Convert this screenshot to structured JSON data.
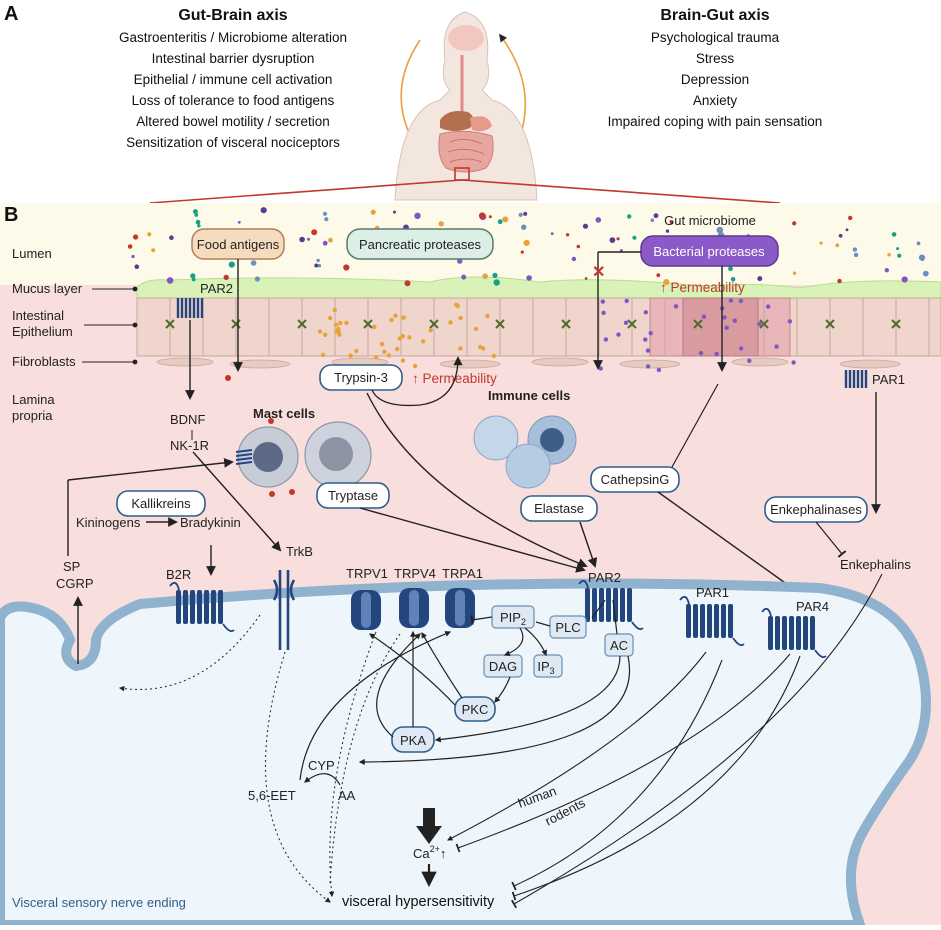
{
  "panel_a": {
    "letter": "A",
    "gut_brain": {
      "title": "Gut-Brain axis",
      "items": [
        "Gastroenteritis / Microbiome alteration",
        "Intestinal barrier dysruption",
        "Epithelial / immune cell activation",
        "Loss of tolerance to food antigens",
        "Altered bowel motility / secretion",
        "Sensitization of visceral nociceptors"
      ]
    },
    "brain_gut": {
      "title": "Brain-Gut axis",
      "items": [
        "Psychological trauma",
        "Stress",
        "Depression",
        "Anxiety",
        "Impaired coping with pain sensation"
      ]
    }
  },
  "panel_b": {
    "letter": "B",
    "layers": {
      "lumen": "Lumen",
      "mucus": "Mucus layer",
      "epithelium_1": "Intestinal",
      "epithelium_2": "Epithelium",
      "fibroblasts": "Fibroblasts",
      "lamina_1": "Lamina",
      "lamina_2": "propria"
    },
    "food_antigens": "Food antigens",
    "pancreatic_proteases": "Pancreatic proteases",
    "gut_microbiome": "Gut microbiome",
    "bacterial_proteases": "Bacterial proteases",
    "permeability_right": "↑ Permeability",
    "permeability_mid": "↑ Permeability",
    "par2_epithelial": "PAR2",
    "par1_epithelial": "PAR1",
    "trypsin3": "Trypsin-3",
    "bdnf": "BDNF",
    "nk1r": "NK-1R",
    "mast_cells": "Mast cells",
    "tryptase": "Tryptase",
    "immune_cells": "Immune cells",
    "cathepsin_g": "CathepsinG",
    "elastase": "Elastase",
    "enkephalinases": "Enkephalinases",
    "enkephalins": "Enkephalins",
    "kallikreins": "Kallikreins",
    "kininogens": "Kininogens",
    "bradykinin": "Bradykinin",
    "sp": "SP",
    "cgrp": "CGRP",
    "b2r": "B2R",
    "trkb": "TrkB",
    "trpv1": "TRPV1",
    "trpv4": "TRPV4",
    "trpa1": "TRPA1",
    "par2_nerve": "PAR2",
    "par1_nerve": "PAR1",
    "par4_nerve": "PAR4",
    "pip2": "PIP",
    "pip2_sub": "2",
    "plc": "PLC",
    "ac": "AC",
    "dag": "DAG",
    "ip3": "IP",
    "ip3_sub": "3",
    "pkc": "PKC",
    "pka": "PKA",
    "cyp": "CYP",
    "eet": "5,6-EET",
    "aa": "AA",
    "human": "human",
    "rodents": "rodents",
    "ca": "Ca",
    "ca_sup": "2+",
    "ca_arrow": "↑",
    "visceral_hypersensitivity": "visceral hypersensitivity",
    "nerve_ending": "Visceral sensory nerve ending"
  },
  "colors": {
    "lumen_bg": "#fdfaea",
    "mucus": "#d9f2b8",
    "lamina_bg": "#f8dedd",
    "cell": "#efd5cc",
    "nerve_fill": "#eef6fc",
    "membrane": "#8fb3cf",
    "receptor": "#23467f",
    "bacterial_box": "#8b5ac8",
    "food_box": "#f6dcbf",
    "panc_box": "#dcefe6",
    "permeability_red": "#c0392b"
  }
}
